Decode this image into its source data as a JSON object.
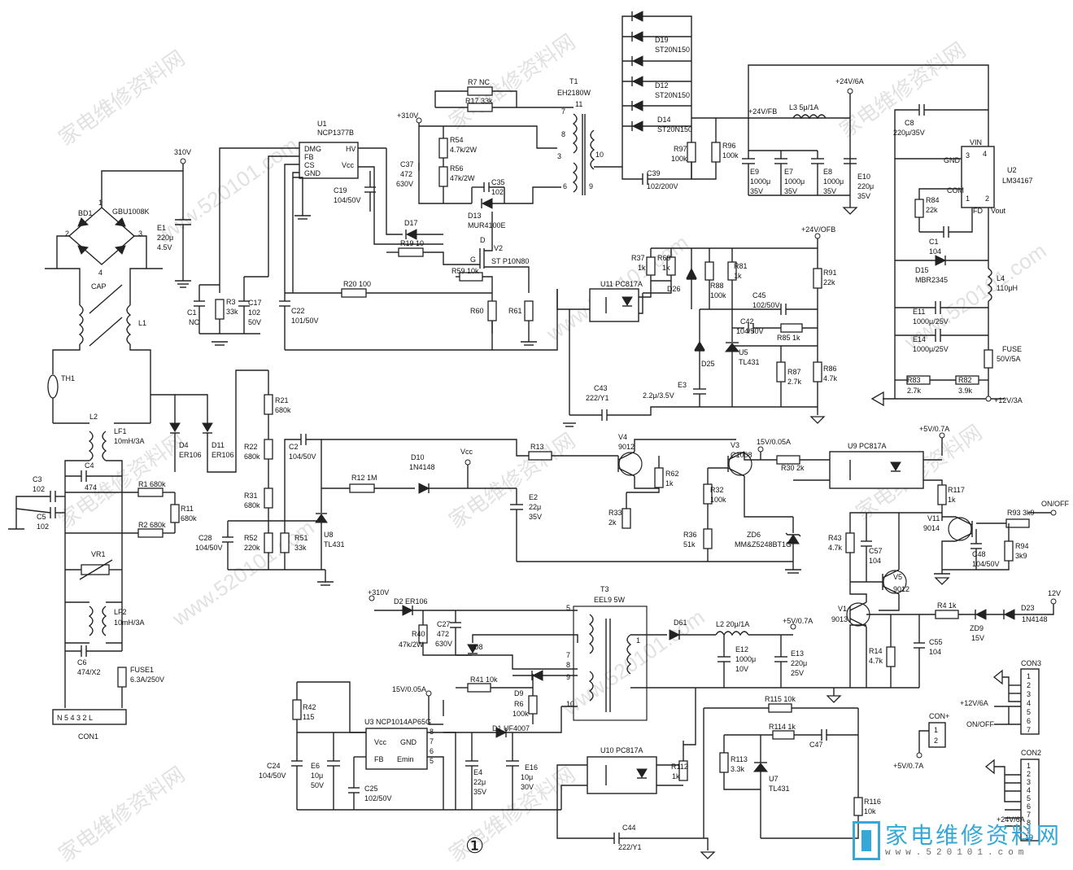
{
  "watermarks": [
    "家电维修资料网",
    "www.520101.com"
  ],
  "figure_number": "①",
  "logo": {
    "main": "家电维修资料网",
    "sub": "www.520101.com"
  },
  "labels": {
    "bd1": "BD1",
    "gbu": "GBU1008K",
    "v310_top": "310V",
    "e1": "E1",
    "e1v": "220μ",
    "e1w": "4.5V",
    "cap": "CAP",
    "l1": "L1",
    "th1": "TH1",
    "l2": "L2",
    "lf1": "LF1",
    "lf1v": "10mH/3A",
    "c3": "C3",
    "c3v": "102",
    "c4": "C4",
    "c4v": "474",
    "c5": "C5",
    "c5v": "102",
    "r1": "R1  680k",
    "r2": "R2  680k",
    "r11": "R11",
    "r11v": "680k",
    "vr1": "VR1",
    "lf2": "LF2",
    "lf2v": "10mH/3A",
    "c6": "C6",
    "c6v": "474/X2",
    "fuse1": "FUSE1",
    "fuse1v": "6.3A/250V",
    "con1": "CON1",
    "con1pins": "N  5 4 3 2 L",
    "c1": "C1",
    "c1v": "NC",
    "r3": "R3",
    "r3v": "33k",
    "c17": "C17",
    "c17v": "102",
    "c17w": "50V",
    "u1": "U1",
    "u1p": "NCP1377B",
    "u1dmg": "DMG",
    "u1fb": "FB",
    "u1cs": "CS",
    "u1gnd": "GND",
    "u1hv": "HV",
    "u1vcc": "Vcc",
    "c19": "C19",
    "c19v": "104/50V",
    "c22": "C22",
    "c22v": "101/50V",
    "r20": "R20  100",
    "v310": "+310V",
    "r7": "R7  NC",
    "r17": "R17  33k",
    "r54": "R54",
    "r54v": "4.7k/2W",
    "r56": "R56",
    "r56v": "47k/2W",
    "c37": "C37",
    "c37v": "472",
    "c37w": "630V",
    "c35": "C35",
    "c35v": "102",
    "d13": "D13",
    "d13v": "MUR4100E",
    "d17": "D17",
    "r19": "R19  10",
    "r59": "R59  10k",
    "v2": "V2",
    "v2v": "ST P10N80",
    "r60": "R60",
    "r61": "R61",
    "t1": "T1",
    "t1v": "EH2180W",
    "d19": "D19",
    "d19v": "ST20N150",
    "d12": "D12",
    "d12v": "ST20N150",
    "d14": "D14",
    "d14v": "ST20N150",
    "c39": "C39",
    "c39v": "102/200V",
    "r97": "R97",
    "r97v": "100k",
    "r96": "R96",
    "r96v": "100k",
    "v24fb": "+24V/FB",
    "l3": "L3  5μ/1A",
    "v24": "+24V/6A",
    "e9": "E9",
    "e9v": "1000μ",
    "e9w": "35V",
    "e7": "E7",
    "e7v": "1000μ",
    "e7w": "35V",
    "e8": "E8",
    "e8v": "1000μ",
    "e8w": "35V",
    "e10": "E10",
    "e10v": "220μ",
    "e10w": "35V",
    "c8": "C8",
    "c8v": "220μ/35V",
    "u2": "U2",
    "u2v": "LM34167",
    "vin": "VIN",
    "gnd": "GND",
    "com": "COM",
    "fd": "FD",
    "vout": "Vout",
    "r84": "R84",
    "r84v": "22k",
    "c1b": "C1",
    "c1bv": "104",
    "d15": "D15",
    "d15v": "MBR2345",
    "l4": "L4",
    "l4v": "110μH",
    "e11": "E11",
    "e11v": "1000μ/25V",
    "e14": "E14",
    "e14v": "1000μ/25V",
    "fuse": "FUSE",
    "fusev": "50V/5A",
    "r83": "R83",
    "r83v": "2.7k",
    "r82": "R82",
    "r82v": "3.9k",
    "v12_3": "+12V/3A",
    "v24ofb": "+24V/OFB",
    "r37": "R37",
    "r37v": "1k",
    "r69": "R69",
    "r69v": "1k",
    "u11": "U11  PC817A",
    "d26": "D26",
    "r88": "R88",
    "r88v": "100k",
    "r81": "R81",
    "r81v": "1k",
    "r91": "R91",
    "r91v": "22k",
    "c45": "C45",
    "c45v": "102/50V",
    "c42": "C42",
    "c42v": "104/50V",
    "r85": "R85  1k",
    "d25": "D25",
    "u5": "U5",
    "u5v": "TL431",
    "r87": "R87",
    "r87v": "2.7k",
    "r86": "R86",
    "r86v": "4.7k",
    "e3": "E3",
    "e3v": "2.2μ/3.5V",
    "c43": "C43",
    "c43v": "222/Y1",
    "d4": "D4",
    "d4v": "ER106",
    "d11": "D11",
    "d11v": "ER106",
    "r21": "R21",
    "r21v": "680k",
    "r22": "R22",
    "r22v": "680k",
    "r31": "R31",
    "r31v": "680k",
    "c28": "C28",
    "c28v": "104/50V",
    "r52": "R52",
    "r52v": "220k",
    "r51": "R51",
    "r51v": "33k",
    "c2": "C2",
    "c2v": "104/50V",
    "u8": "U8",
    "u8v": "TL431",
    "r12": "R12  1M",
    "d10": "D10",
    "d10v": "1N4148",
    "vcc": "Vcc",
    "r13": "R13",
    "e2": "E2",
    "e2v": "22μ",
    "e2w": "35V",
    "v4": "V4",
    "v4v": "9012",
    "r62": "R62",
    "r62v": "1k",
    "r33": "R33",
    "r33v": "2k",
    "v3": "V3",
    "v3v": "C1008",
    "v15": "15V/0.05A",
    "r30": "R30  2k",
    "r32": "R32",
    "r32v": "100k",
    "r36": "R36",
    "r36v": "51k",
    "zd6": "ZD6",
    "zd6v": "MM&Z5248BT1G",
    "u9": "U9  PC817A",
    "v5_07": "+5V/0.7A",
    "r117": "R117",
    "r117v": "1k",
    "onoff": "ON/OFF",
    "r93": "R93  3k9",
    "v11": "V11",
    "v11v": "9014",
    "c48": "C48",
    "c48v": "104/50V",
    "r94": "R94",
    "r94v": "3k9",
    "r43": "R43",
    "r43v": "4.7k",
    "c57": "C57",
    "c57v": "104",
    "v5": "V5",
    "v5v": "9012",
    "v1": "V1",
    "v1v": "9013",
    "r4": "R4  1k",
    "d23": "D23",
    "d23v": "1N4148",
    "v12": "12V",
    "zd9": "ZD9",
    "zd9v": "15V",
    "r14": "R14",
    "r14v": "4.7k",
    "c55": "C55",
    "c55v": "104",
    "d2": "D2  ER106",
    "r40": "R40",
    "r40v": "47k/2W",
    "c27": "C27",
    "c27v": "472",
    "c27w": "630V",
    "d8": "D8",
    "t3": "T3",
    "t3v": "EEL9  5W",
    "d61": "D61",
    "l2b": "L2  20μ/1A",
    "v5_07b": "+5V/0.7A",
    "e12": "E12",
    "e12v": "1000μ",
    "e12w": "10V",
    "e13": "E13",
    "e13v": "220μ",
    "e13w": "25V",
    "r41": "R41  10k",
    "d9": "D9",
    "r6": "R6",
    "r6v": "100k",
    "v15b": "15V/0.05A",
    "r42": "R42",
    "r42v": "115",
    "u3": "U3  NCP1014AP65G",
    "u3vcc": "Vcc",
    "u3gnd": "GND",
    "u3fb": "FB",
    "u3emin": "Emin",
    "d1": "D1  UF4007",
    "c24": "C24",
    "c24v": "104/50V",
    "e6": "E6",
    "e6v": "10μ",
    "e6w": "50V",
    "c25": "C25",
    "c25v": "102/50V",
    "e4": "E4",
    "e4v": "22μ",
    "e4w": "35V",
    "e16": "E16",
    "e16v": "10μ",
    "e16w": "30V",
    "u10": "U10  PC817A",
    "r115": "R115  10k",
    "r114": "R114  1k",
    "c47": "C47",
    "r112": "R112",
    "r112v": "1k",
    "r113": "R113",
    "r113v": "3.3k",
    "u7": "U7",
    "u7v": "TL431",
    "r116": "R116",
    "r116v": "10k",
    "c44": "C44",
    "c44v": "222/Y1",
    "con3": "CON3",
    "con3_12": "+12V/6A",
    "con3_onoff": "ON/OFF",
    "conp": "CON+",
    "conp_5": "+5V/0.7A",
    "con2": "CON2",
    "con2_24": "+24V/6A"
  },
  "pins": {
    "con3": [
      "1",
      "2",
      "3",
      "4",
      "5",
      "6",
      "7"
    ],
    "con2": [
      "1",
      "2",
      "3",
      "4",
      "5",
      "6",
      "7",
      "8",
      "9",
      "10"
    ],
    "conp": [
      "1",
      "2"
    ]
  }
}
